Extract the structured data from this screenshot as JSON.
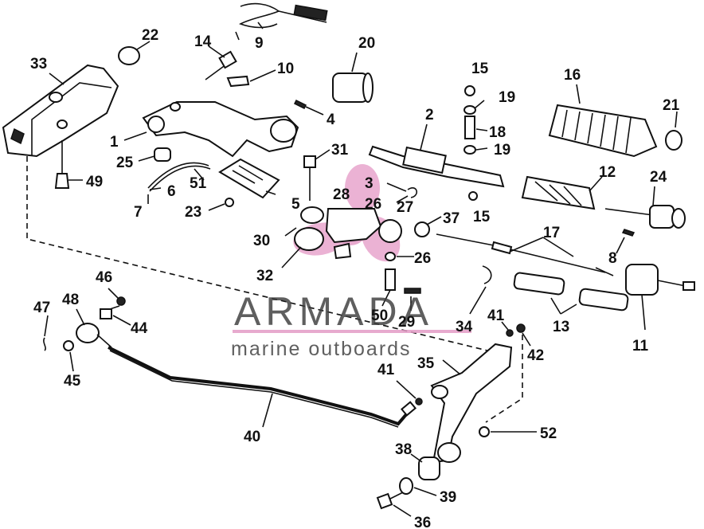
{
  "watermark": {
    "title": "ARMADA",
    "subtitle": "marine outboards",
    "accent_color": "#e39bc6"
  },
  "callouts": {
    "c1": "1",
    "c2": "2",
    "c3": "3",
    "c4": "4",
    "c5": "5",
    "c6": "6",
    "c7": "7",
    "c8": "8",
    "c9": "9",
    "c10": "10",
    "c11": "11",
    "c12": "12",
    "c13": "13",
    "c14": "14",
    "c15a": "15",
    "c15b": "15",
    "c16": "16",
    "c17": "17",
    "c18": "18",
    "c19a": "19",
    "c19b": "19",
    "c20": "20",
    "c21": "21",
    "c22": "22",
    "c23": "23",
    "c24": "24",
    "c25": "25",
    "c26a": "26",
    "c26b": "26",
    "c27": "27",
    "c28": "28",
    "c29": "29",
    "c30": "30",
    "c31": "31",
    "c32": "32",
    "c33": "33",
    "c34": "34",
    "c35": "35",
    "c36": "36",
    "c37": "37",
    "c38": "38",
    "c39": "39",
    "c40": "40",
    "c41a": "41",
    "c41b": "41",
    "c42": "42",
    "c44": "44",
    "c45": "45",
    "c46": "46",
    "c47": "47",
    "c48": "48",
    "c49": "49",
    "c50": "50",
    "c51": "51",
    "c52": "52"
  }
}
